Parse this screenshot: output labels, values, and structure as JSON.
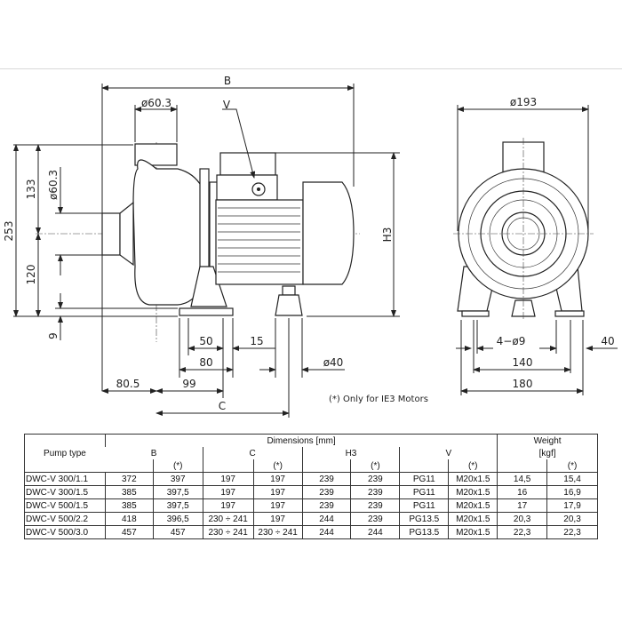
{
  "drawing": {
    "side_view": {
      "B": "B",
      "C": "C",
      "V": "V",
      "H3": "H3",
      "outlet_dia": "ø60.3",
      "inlet_dia": "ø60.3",
      "h_total": "253",
      "h_upper": "133",
      "h_lower": "120",
      "foot_thk": "9",
      "d50": "50",
      "d15": "15",
      "d80": "80",
      "d40": "ø40",
      "d80_5": "80.5",
      "d99": "99"
    },
    "front_view": {
      "outer_dia": "ø193",
      "holes": "4−ø9",
      "d40": "40",
      "d140": "140",
      "d180": "180"
    },
    "note": "(*) Only for IE3 Motors"
  },
  "table": {
    "pump_type_header": "Pump type",
    "dimensions_header": "Dimensions [mm]",
    "weight_header": "Weight",
    "weight_unit": "[kgf]",
    "groups": [
      "B",
      "C",
      "H3",
      "V"
    ],
    "star": "(*)",
    "rows": [
      [
        "DWC-V 300/1.1",
        "372",
        "397",
        "197",
        "197",
        "239",
        "239",
        "PG11",
        "M20x1.5",
        "14,5",
        "15,4"
      ],
      [
        "DWC-V 300/1.5",
        "385",
        "397,5",
        "197",
        "197",
        "239",
        "239",
        "PG11",
        "M20x1.5",
        "16",
        "16,9"
      ],
      [
        "DWC-V 500/1.5",
        "385",
        "397,5",
        "197",
        "197",
        "239",
        "239",
        "PG11",
        "M20x1.5",
        "17",
        "17,9"
      ],
      [
        "DWC-V 500/2.2",
        "418",
        "396,5",
        "230 ÷ 241",
        "197",
        "244",
        "239",
        "PG13.5",
        "M20x1.5",
        "20,3",
        "20,3"
      ],
      [
        "DWC-V 500/3.0",
        "457",
        "457",
        "230 ÷ 241",
        "230 ÷ 241",
        "244",
        "244",
        "PG13.5",
        "M20x1.5",
        "22,3",
        "22,3"
      ]
    ]
  }
}
